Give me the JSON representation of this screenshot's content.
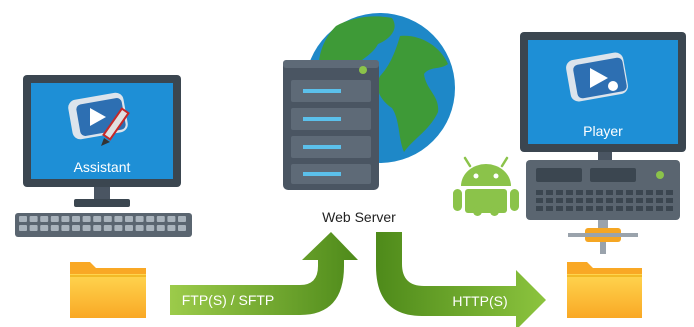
{
  "labels": {
    "assistant": "Assistant",
    "player": "Player",
    "web_server": "Web Server",
    "upload_protocol": "FTP(S) / SFTP",
    "download_protocol": "HTTP(S)"
  },
  "colors": {
    "screen_blue": "#1E8FD6",
    "monitor_frame": "#3B4650",
    "server_body": "#4A5562",
    "server_slot": "#5BC0EB",
    "globe_ocean": "#1E88C8",
    "globe_land": "#3E9A37",
    "arrow_green": "#4E9A1F",
    "folder_yellow": "#FBC02D",
    "android_green": "#8BC34A",
    "network_orange": "#F5A623"
  },
  "icons": {
    "assistant_computer": "monitor-with-pen-icon",
    "player_computer": "monitor-with-player-icon",
    "server": "server-rack-icon",
    "globe": "globe-icon",
    "android": "android-icon",
    "folders": "folder-icon",
    "keyboard": "keyboard-icon",
    "media_player": "set-top-box-icon"
  }
}
